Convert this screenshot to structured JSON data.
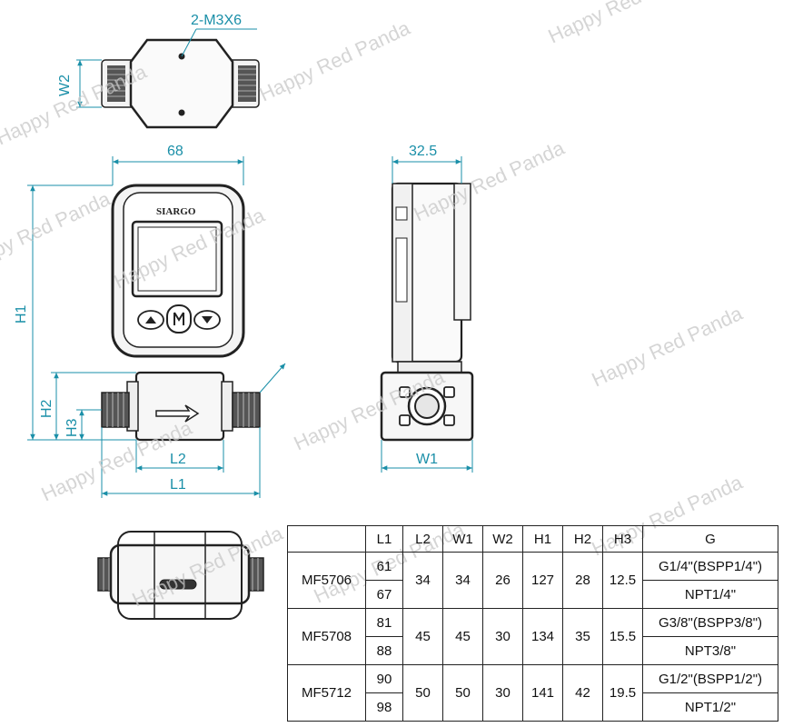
{
  "dimensions": {
    "hole_spec": "2-M3X6",
    "w2": "W2",
    "width_68": "68",
    "h1": "H1",
    "h2": "H2",
    "h3": "H3",
    "l1": "L1",
    "l2": "L2",
    "depth_32_5": "32.5",
    "w1": "W1"
  },
  "device": {
    "brand": "SIARGO"
  },
  "watermark": "Happy Red Panda",
  "table": {
    "headers": [
      "",
      "L1",
      "L2",
      "W1",
      "W2",
      "H1",
      "H2",
      "H3",
      "G"
    ],
    "models": [
      {
        "name": "MF5706",
        "l1": [
          "61",
          "67"
        ],
        "l2": "34",
        "w1": "34",
        "w2": "26",
        "h1": "127",
        "h2": "28",
        "h3": "12.5",
        "g": [
          "G1/4\"(BSPP1/4\")",
          "NPT1/4\""
        ]
      },
      {
        "name": "MF5708",
        "l1": [
          "81",
          "88"
        ],
        "l2": "45",
        "w1": "45",
        "w2": "30",
        "h1": "134",
        "h2": "35",
        "h3": "15.5",
        "g": [
          "G3/8\"(BSPP3/8\")",
          "NPT3/8\""
        ]
      },
      {
        "name": "MF5712",
        "l1": [
          "90",
          "98"
        ],
        "l2": "50",
        "w1": "50",
        "w2": "30",
        "h1": "141",
        "h2": "42",
        "h3": "19.5",
        "g": [
          "G1/2\"(BSPP1/2\")",
          "NPT1/2\""
        ]
      }
    ]
  }
}
